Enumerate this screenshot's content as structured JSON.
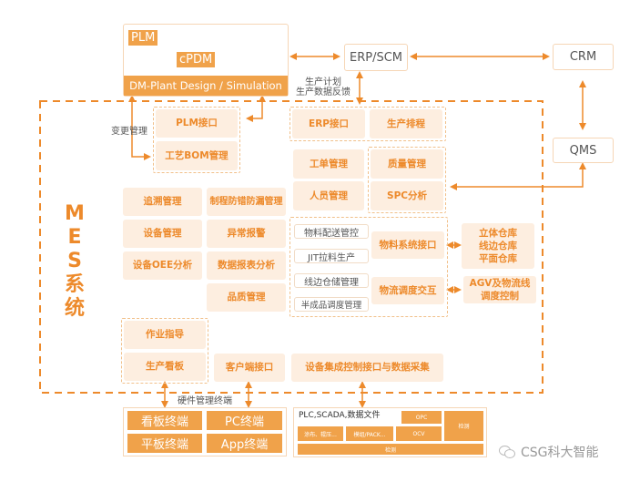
{
  "top": {
    "plm_box": {
      "plm": "PLM",
      "cpdm": "cPDM",
      "dm": "DM-Plant Design / Simulation"
    },
    "erp_scm": "ERP/SCM",
    "crm": "CRM",
    "qms": "QMS",
    "erp_link_label": [
      "生产计划",
      "生产数据反馈"
    ],
    "change_label": "变更管理"
  },
  "mes": {
    "title": [
      "M",
      "E",
      "S",
      "系",
      "统"
    ],
    "plm_group": [
      "PLM接口",
      "工艺BOM管理"
    ],
    "erp_group": [
      "ERP接口",
      "生产排程"
    ],
    "work_modules": [
      "工单管理",
      "人员管理"
    ],
    "quality_group": [
      "质量管理",
      "SPC分析"
    ],
    "left_modules": [
      "追溯管理",
      "设备管理",
      "设备OEE分析"
    ],
    "mid_modules": [
      "制程防错防漏管理",
      "异常报警",
      "数据报表分析",
      "品质管理"
    ],
    "material_list": [
      "物料配送管控",
      "JIT拉料生产",
      "线边仓储管理",
      "半成品调度管理"
    ],
    "material_interface": "物料系统接口",
    "logistics_interface": "物流调度交互",
    "warehouse": [
      "立体仓库",
      "线边仓库",
      "平面仓库"
    ],
    "agv": [
      "AGV及物流线",
      "调度控制"
    ],
    "guide_group": [
      "作业指导",
      "生产看板"
    ],
    "client_interface": "客户端接口",
    "device_interface": "设备集成控制接口与数据采集"
  },
  "hardware": {
    "label": "硬件管理终端",
    "terminals": [
      "看板终端",
      "PC终端",
      "平板终端",
      "App终端"
    ]
  },
  "field": {
    "title": "PLC,SCADA,数据文件",
    "cells": [
      "OPC",
      "检测",
      "涂布、辊压...",
      "模组/PACK...",
      "OCV",
      "检测"
    ]
  },
  "watermark": {
    "text": "CSG科大智能",
    "icon": "wechat-icon"
  },
  "colors": {
    "accent": "#ed8a2b",
    "module_bg": "#fdeee0",
    "terminal_bg": "#f0a24a",
    "dashed": "#f1c08a"
  }
}
